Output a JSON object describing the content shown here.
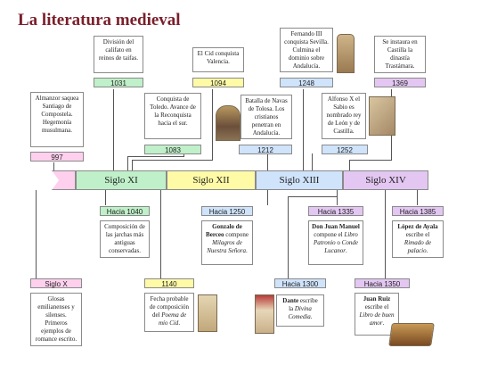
{
  "title": "La literatura medieval",
  "centuries": [
    "Siglo XI",
    "Siglo XII",
    "Siglo XIII",
    "Siglo XIV"
  ],
  "top_events": [
    {
      "year": "997",
      "text": "Almanzor saquea Santiago de Compostela. Hegemonía musulmana."
    },
    {
      "year": "1031",
      "text": "División del califato en reinos de taifas."
    },
    {
      "year": "1083",
      "text": "Conquista de Toledo. Avance de la Reconquista hacia el sur."
    },
    {
      "year": "1094",
      "text": "El Cid conquista Valencia."
    },
    {
      "year": "1212",
      "text": "Batalla de Navas de Tolosa. Los cristianos penetran en Andalucía."
    },
    {
      "year": "1248",
      "text": "Fernando III conquista Sevilla. Culmina el dominio sobre Andalucía."
    },
    {
      "year": "1252",
      "text": "Alfonso X el Sabio es nombrado rey de León y de Castilla."
    },
    {
      "year": "1369",
      "text": "Se instaura en Castilla la dinastía Trastámara."
    }
  ],
  "bottom_events": [
    {
      "label": "Siglo X",
      "text": "Glosas emilianenses y silenses. Primeros ejemplos de romance escrito."
    },
    {
      "label": "Hacia 1040",
      "text": "Composición de las jarchas más antiguas conservadas."
    },
    {
      "label": "1140",
      "pre": "Fecha probable de composición del ",
      "work": "Poema de mío Cid",
      "post": "."
    },
    {
      "label": "Hacia 1250",
      "author": "Gonzalo de Berceo",
      "pre": " compone ",
      "work": "Milagros de Nuestra Señora",
      "post": "."
    },
    {
      "label": "Hacia 1300",
      "author": "Dante",
      "pre": " escribe la ",
      "work": "Divina Comedia",
      "post": "."
    },
    {
      "label": "Hacia 1335",
      "author": "Don Juan Manuel",
      "pre": " compone el ",
      "work": "Libro Patronio",
      "mid": " o ",
      "work2": "Conde Lucanor",
      "post": "."
    },
    {
      "label": "Hacia 1350",
      "author": "Juan Ruiz",
      "pre": " escribe el ",
      "work": "Libro de buen amor",
      "post": "."
    },
    {
      "label": "Hacia 1385",
      "author": "López de Ayala",
      "pre": " escribe el ",
      "work": "Rimado de palacio",
      "post": "."
    }
  ],
  "colors": {
    "title": "#7a1f2b",
    "green": "#bff0c9",
    "yellow": "#fffaa6",
    "blue": "#cfe3fb",
    "purple": "#e3c7f2",
    "pink": "#ffd0ee"
  }
}
